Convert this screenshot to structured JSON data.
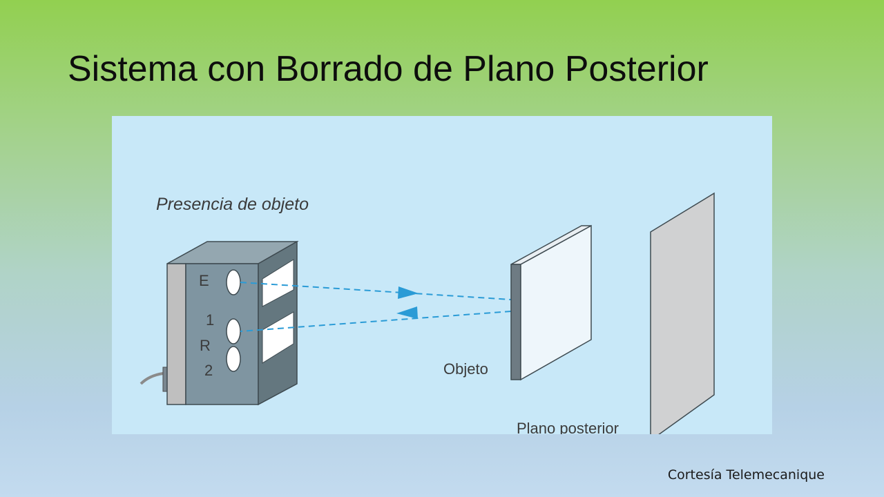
{
  "slide": {
    "title": "Sistema con Borrado de Plano Posterior",
    "credit": "Cortesía Telemecanique"
  },
  "diagram": {
    "heading": "Presencia de objeto",
    "sensor_labels": {
      "emitter": "E",
      "one": "1",
      "receiver": "R",
      "two": "2"
    },
    "object_label": "Objeto",
    "background_label": "Plano posterior",
    "colors": {
      "panel": "#c8e8f8",
      "sensor_front": "#7f95a1",
      "sensor_side": "#64777f",
      "sensor_top": "#94a7b0",
      "beam": "#2a9bd6"
    }
  }
}
